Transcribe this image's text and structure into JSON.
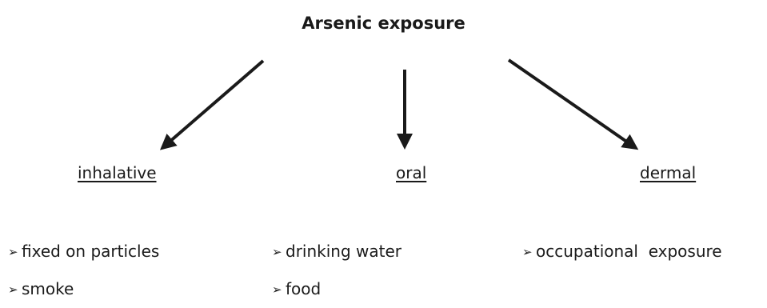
{
  "diagram": {
    "title": "Arsenic exposure",
    "arrow_color": "#1a1a1a",
    "bullet_symbol": "➢",
    "routes": [
      {
        "label": "inhalative",
        "sources": [
          "fixed on particles",
          "smoke"
        ]
      },
      {
        "label": "oral",
        "sources": [
          "drinking water",
          "food"
        ]
      },
      {
        "label": "dermal",
        "sources": [
          "occupational  exposure"
        ]
      }
    ]
  }
}
